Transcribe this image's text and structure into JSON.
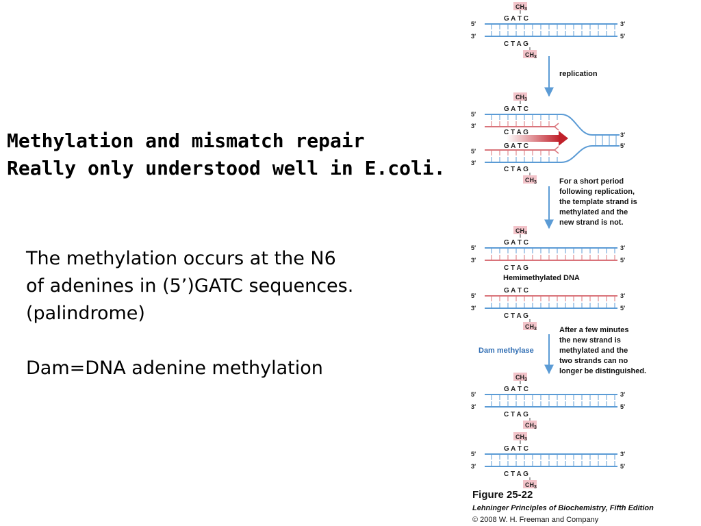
{
  "slide": {
    "title_lines": [
      "Methylation and mismatch repair",
      "Really only understood well in E.coli."
    ],
    "body_lines": [
      "The methylation occurs at the N6",
      "of adenines in (5’)GATC sequences.",
      "(palindrome)"
    ],
    "dam_definition": "Dam=DNA adenine methylation"
  },
  "figure": {
    "top_seq": "G A T C",
    "bottom_seq": "C T A G",
    "methyl_label": "CH3",
    "methyl_base": "CH",
    "methyl_sub": "3",
    "prime5": "5′",
    "prime3": "3′",
    "replication_label": "replication",
    "note_short_period": [
      "For a short period",
      "following replication,",
      "the template strand is",
      "methylated and the",
      "new strand is not."
    ],
    "hemimethylated_label": "Hemimethylated DNA",
    "note_few_minutes": [
      "After a few minutes",
      "the new strand is",
      "methylated and the",
      "two strands can no",
      "longer be distinguished."
    ],
    "dam_methylase_label": "Dam methylase",
    "caption_figure": "Figure 25-22",
    "caption_book": "Lehninger Principles of Biochemistry, Fifth Edition",
    "caption_copyright": "© 2008 W. H. Freeman and Company",
    "colors": {
      "old_strand": "#5b9bd5",
      "new_strand": "#d9737a",
      "methyl_box": "#f2c3c9",
      "arrow": "#5b9bd5",
      "fork_arrow": "#c0202a",
      "dam_label": "#2f6db3"
    }
  }
}
